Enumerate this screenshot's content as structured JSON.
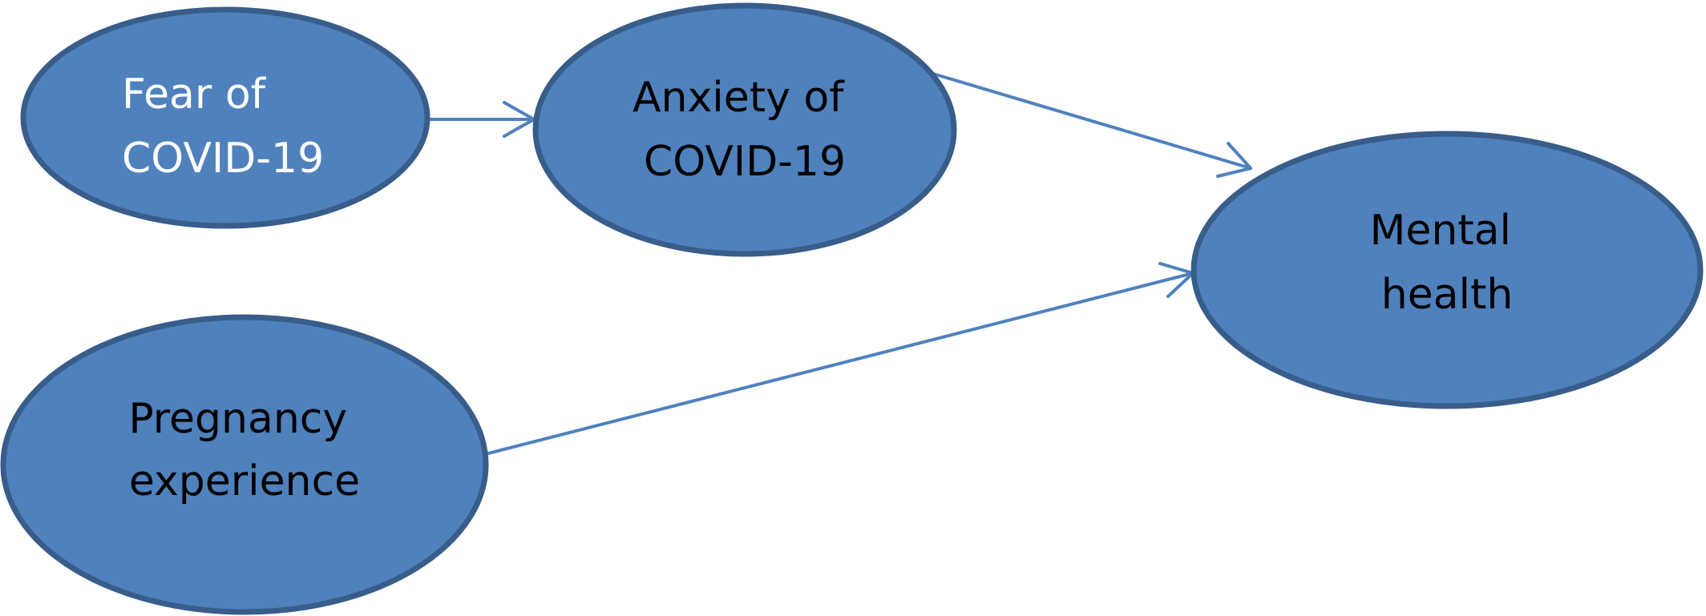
{
  "colors": {
    "node_fill": "#4f81bd",
    "node_stroke": "#385d8a",
    "edge": "#4f81bd",
    "text_light": "#ffffff",
    "text_dark": "#000000"
  },
  "nodes": {
    "fear": {
      "lines": [
        "Fear of",
        "COVID-19"
      ],
      "text_color": "light"
    },
    "anxiety": {
      "lines": [
        "Anxiety of",
        "COVID-19"
      ],
      "text_color": "dark"
    },
    "mental": {
      "lines": [
        "Mental",
        "health"
      ],
      "text_color": "dark"
    },
    "pregnancy": {
      "lines": [
        "Pregnancy",
        "experience"
      ],
      "text_color": "dark"
    }
  },
  "edges": [
    {
      "from": "fear",
      "to": "anxiety"
    },
    {
      "from": "anxiety",
      "to": "mental"
    },
    {
      "from": "pregnancy",
      "to": "mental"
    }
  ]
}
